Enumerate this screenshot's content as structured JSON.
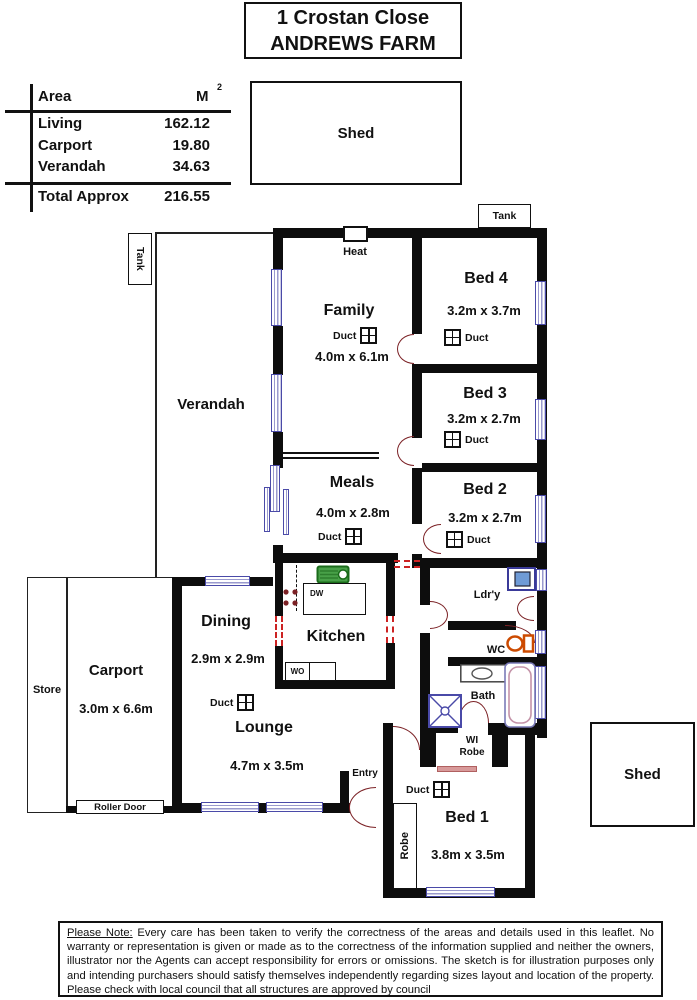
{
  "title": {
    "line1": "1 Crostan Close",
    "line2": "ANDREWS FARM"
  },
  "area_table": {
    "col_area": "Area",
    "col_unit": "M",
    "col_unit_sup": "2",
    "rows": [
      {
        "label": "Living",
        "value": "162.12"
      },
      {
        "label": "Carport",
        "value": "19.80"
      },
      {
        "label": "Verandah",
        "value": "34.63"
      }
    ],
    "total_label": "Total Approx",
    "total_value": "216.55"
  },
  "outbuildings": {
    "shed_top": "Shed",
    "shed_bottom": "Shed",
    "tank_top": "Tank",
    "tank_side": "Tank"
  },
  "rooms": {
    "family": {
      "name": "Family",
      "dims": "4.0m x 6.1m"
    },
    "verandah": {
      "name": "Verandah"
    },
    "meals": {
      "name": "Meals",
      "dims": "4.0m x 2.8m"
    },
    "dining": {
      "name": "Dining",
      "dims": "2.9m x 2.9m"
    },
    "kitchen": {
      "name": "Kitchen"
    },
    "lounge": {
      "name": "Lounge",
      "dims": "4.7m x 3.5m"
    },
    "carport": {
      "name": "Carport",
      "dims": "3.0m x 6.6m"
    },
    "store": {
      "name": "Store"
    },
    "bed1": {
      "name": "Bed 1",
      "dims": "3.8m x 3.5m"
    },
    "bed2": {
      "name": "Bed 2",
      "dims": "3.2m x 2.7m"
    },
    "bed3": {
      "name": "Bed 3",
      "dims": "3.2m x 2.7m"
    },
    "bed4": {
      "name": "Bed 4",
      "dims": "3.2m x 3.7m"
    },
    "laundry": {
      "name": "Ldr'y"
    },
    "wc": {
      "name": "WC"
    },
    "bath": {
      "name": "Bath"
    },
    "wi_robe": {
      "line1": "WI",
      "line2": "Robe"
    },
    "robe": {
      "name": "Robe"
    },
    "entry": {
      "name": "Entry"
    }
  },
  "labels": {
    "duct": "Duct",
    "heat": "Heat",
    "dw": "DW",
    "wo": "WO",
    "roller_door": "Roller Door"
  },
  "disclaimer": {
    "heading": "Please Note:",
    "body": "  Every care has been taken to verify the correctness of the areas and details used in this leaflet. No warranty or representation is given or made as to the correctness of the information supplied and neither the owners, illustrator nor the Agents can accept responsibility for errors or omissions. The sketch is for illustration purposes only and intending purchasers should satisfy themselves independently regarding sizes layout and location of the property. Please check with local council that all structures are approved by council"
  },
  "colors": {
    "wall": "#0d0d0d",
    "window_frame": "#4a4aa8",
    "door_arc": "#7b2125",
    "opening_dash": "#cc2222",
    "sink_green": "#48a048",
    "toilet_orange": "#cc4a00",
    "tub_pink": "#c493a8"
  }
}
